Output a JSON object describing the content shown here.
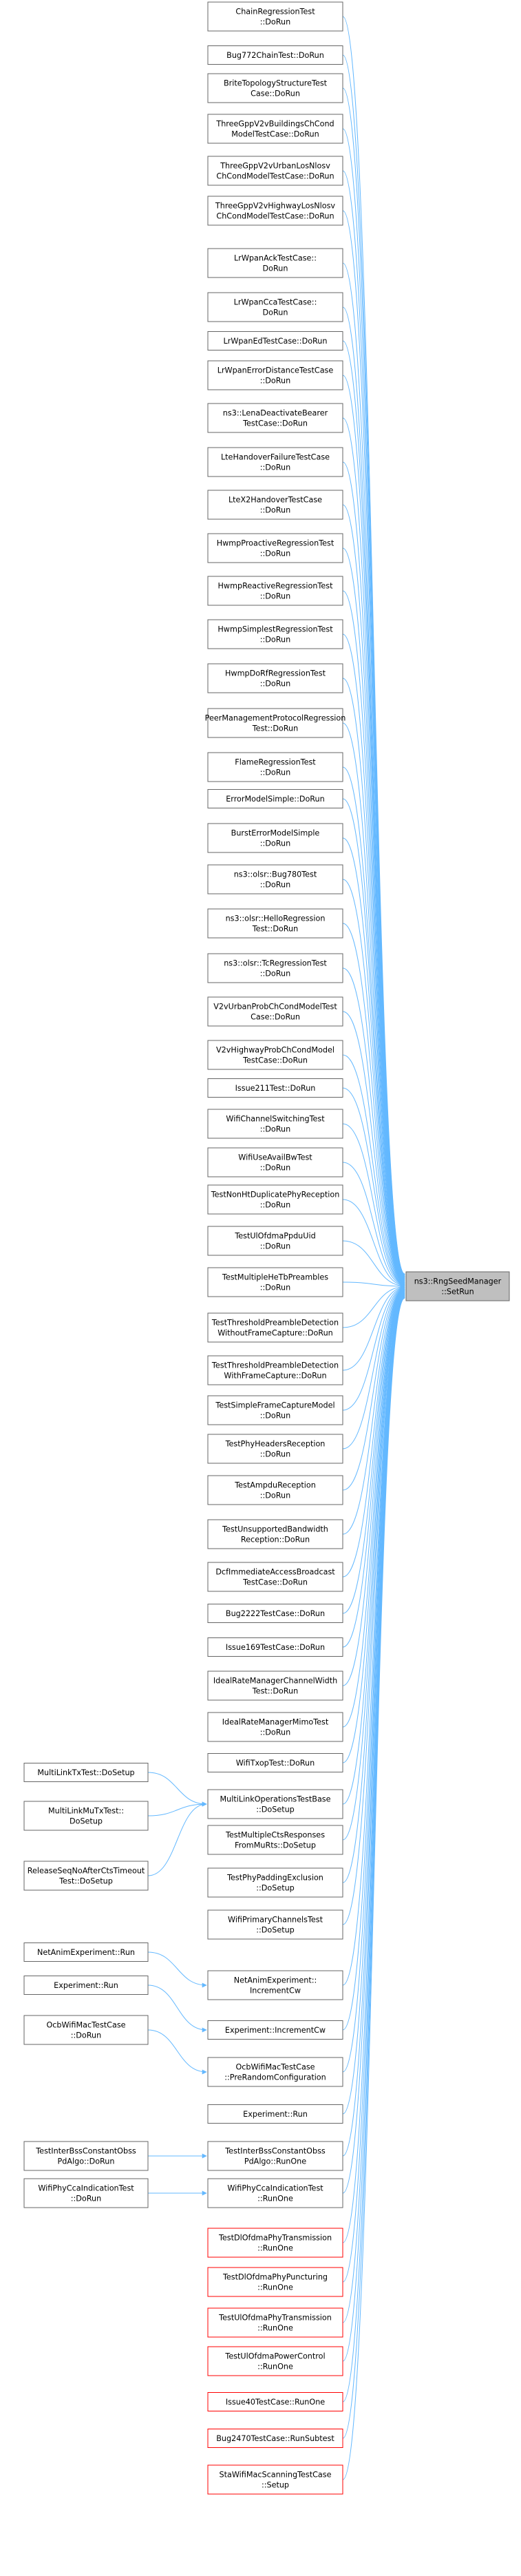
{
  "colors": {
    "edge": "#63b8ff",
    "node_border": "#666666",
    "node_fill": "#ffffff",
    "target_fill": "#bfbfbf",
    "target_border": "#666666",
    "highlight_border": "#ff0000",
    "text": "#000000"
  },
  "diagram": {
    "target": {
      "id": "target",
      "lines": [
        "ns3::RngSeedManager",
        "::SetRun"
      ]
    },
    "callers": [
      {
        "id": "n1",
        "lines": [
          "ChainRegressionTest",
          "::DoRun"
        ]
      },
      {
        "id": "n2",
        "lines": [
          "Bug772ChainTest::DoRun"
        ]
      },
      {
        "id": "n3",
        "lines": [
          "BriteTopologyStructureTest",
          "Case::DoRun"
        ]
      },
      {
        "id": "n4",
        "lines": [
          "ThreeGppV2vBuildingsChCond",
          "ModelTestCase::DoRun"
        ]
      },
      {
        "id": "n5",
        "lines": [
          "ThreeGppV2vUrbanLosNlosv",
          "ChCondModelTestCase::DoRun"
        ]
      },
      {
        "id": "n6",
        "lines": [
          "ThreeGppV2vHighwayLosNlosv",
          "ChCondModelTestCase::DoRun"
        ]
      },
      {
        "id": "n7",
        "lines": [
          "LrWpanAckTestCase::",
          "DoRun"
        ]
      },
      {
        "id": "n8",
        "lines": [
          "LrWpanCcaTestCase::",
          "DoRun"
        ]
      },
      {
        "id": "n9",
        "lines": [
          "LrWpanEdTestCase::DoRun"
        ]
      },
      {
        "id": "n10",
        "lines": [
          "LrWpanErrorDistanceTestCase",
          "::DoRun"
        ]
      },
      {
        "id": "n11",
        "lines": [
          "ns3::LenaDeactivateBearer",
          "TestCase::DoRun"
        ]
      },
      {
        "id": "n12",
        "lines": [
          "LteHandoverFailureTestCase",
          "::DoRun"
        ]
      },
      {
        "id": "n13",
        "lines": [
          "LteX2HandoverTestCase",
          "::DoRun"
        ]
      },
      {
        "id": "n14",
        "lines": [
          "HwmpProactiveRegressionTest",
          "::DoRun"
        ]
      },
      {
        "id": "n15",
        "lines": [
          "HwmpReactiveRegressionTest",
          "::DoRun"
        ]
      },
      {
        "id": "n16",
        "lines": [
          "HwmpSimplestRegressionTest",
          "::DoRun"
        ]
      },
      {
        "id": "n17",
        "lines": [
          "HwmpDoRfRegressionTest",
          "::DoRun"
        ]
      },
      {
        "id": "n18",
        "lines": [
          "PeerManagementProtocolRegression",
          "Test::DoRun"
        ]
      },
      {
        "id": "n19",
        "lines": [
          "FlameRegressionTest",
          "::DoRun"
        ]
      },
      {
        "id": "n20",
        "lines": [
          "ErrorModelSimple::DoRun"
        ]
      },
      {
        "id": "n21",
        "lines": [
          "BurstErrorModelSimple",
          "::DoRun"
        ]
      },
      {
        "id": "n22",
        "lines": [
          "ns3::olsr::Bug780Test",
          "::DoRun"
        ]
      },
      {
        "id": "n23",
        "lines": [
          "ns3::olsr::HelloRegression",
          "Test::DoRun"
        ]
      },
      {
        "id": "n24",
        "lines": [
          "ns3::olsr::TcRegressionTest",
          "::DoRun"
        ]
      },
      {
        "id": "n25",
        "lines": [
          "V2vUrbanProbChCondModelTest",
          "Case::DoRun"
        ]
      },
      {
        "id": "n26",
        "lines": [
          "V2vHighwayProbChCondModel",
          "TestCase::DoRun"
        ]
      },
      {
        "id": "n27",
        "lines": [
          "Issue211Test::DoRun"
        ]
      },
      {
        "id": "n28",
        "lines": [
          "WifiChannelSwitchingTest",
          "::DoRun"
        ]
      },
      {
        "id": "n29",
        "lines": [
          "WifiUseAvailBwTest",
          "::DoRun"
        ]
      },
      {
        "id": "n30",
        "lines": [
          "TestNonHtDuplicatePhyReception",
          "::DoRun"
        ]
      },
      {
        "id": "n31",
        "lines": [
          "TestUlOfdmaPpduUid",
          "::DoRun"
        ]
      },
      {
        "id": "n32",
        "lines": [
          "TestMultipleHeTbPreambles",
          "::DoRun"
        ]
      },
      {
        "id": "n33",
        "lines": [
          "TestThresholdPreambleDetection",
          "WithoutFrameCapture::DoRun"
        ]
      },
      {
        "id": "n34",
        "lines": [
          "TestThresholdPreambleDetection",
          "WithFrameCapture::DoRun"
        ]
      },
      {
        "id": "n35",
        "lines": [
          "TestSimpleFrameCaptureModel",
          "::DoRun"
        ]
      },
      {
        "id": "n36",
        "lines": [
          "TestPhyHeadersReception",
          "::DoRun"
        ]
      },
      {
        "id": "n37",
        "lines": [
          "TestAmpduReception",
          "::DoRun"
        ]
      },
      {
        "id": "n38",
        "lines": [
          "TestUnsupportedBandwidth",
          "Reception::DoRun"
        ]
      },
      {
        "id": "n39",
        "lines": [
          "DcfImmediateAccessBroadcast",
          "TestCase::DoRun"
        ]
      },
      {
        "id": "n40",
        "lines": [
          "Bug2222TestCase::DoRun"
        ]
      },
      {
        "id": "n41",
        "lines": [
          "Issue169TestCase::DoRun"
        ]
      },
      {
        "id": "n42",
        "lines": [
          "IdealRateManagerChannelWidth",
          "Test::DoRun"
        ]
      },
      {
        "id": "n43",
        "lines": [
          "IdealRateManagerMimoTest",
          "::DoRun"
        ]
      },
      {
        "id": "n44",
        "lines": [
          "WifiTxopTest::DoRun"
        ]
      },
      {
        "id": "n45",
        "lines": [
          "MultiLinkOperationsTestBase",
          "::DoSetup"
        ]
      },
      {
        "id": "n46",
        "lines": [
          "TestMultipleCtsResponses",
          "FromMuRts::DoSetup"
        ]
      },
      {
        "id": "n47",
        "lines": [
          "TestPhyPaddingExclusion",
          "::DoSetup"
        ]
      },
      {
        "id": "n48",
        "lines": [
          "WifiPrimaryChannelsTest",
          "::DoSetup"
        ]
      },
      {
        "id": "n49",
        "lines": [
          "NetAnimExperiment::",
          "IncrementCw"
        ]
      },
      {
        "id": "n50",
        "lines": [
          "Experiment::IncrementCw"
        ]
      },
      {
        "id": "n51",
        "lines": [
          "OcbWifiMacTestCase",
          "::PreRandomConfiguration"
        ]
      },
      {
        "id": "n52",
        "lines": [
          "Experiment::Run"
        ]
      },
      {
        "id": "n53",
        "lines": [
          "TestInterBssConstantObss",
          "PdAlgo::RunOne"
        ]
      },
      {
        "id": "n54",
        "lines": [
          "WifiPhyCcaIndicationTest",
          "::RunOne"
        ]
      },
      {
        "id": "n55",
        "lines": [
          "TestDlOfdmaPhyTransmission",
          "::RunOne"
        ]
      },
      {
        "id": "n56",
        "lines": [
          "TestDlOfdmaPhyPuncturing",
          "::RunOne"
        ]
      },
      {
        "id": "n57",
        "lines": [
          "TestUlOfdmaPhyTransmission",
          "::RunOne"
        ]
      },
      {
        "id": "n58",
        "lines": [
          "TestUlOfdmaPowerControl",
          "::RunOne"
        ]
      },
      {
        "id": "n59",
        "lines": [
          "Issue40TestCase::RunOne"
        ]
      },
      {
        "id": "n60",
        "lines": [
          "Bug2470TestCase::RunSubtest"
        ]
      },
      {
        "id": "n61",
        "lines": [
          "StaWifiMacScanningTestCase",
          "::Setup"
        ]
      }
    ],
    "outer_callers": [
      {
        "id": "o1",
        "lines": [
          "MultiLinkTxTest::DoSetup"
        ]
      },
      {
        "id": "o2",
        "lines": [
          "MultiLinkMuTxTest::",
          "DoSetup"
        ]
      },
      {
        "id": "o3",
        "lines": [
          "ReleaseSeqNoAfterCtsTimeout",
          "Test::DoSetup"
        ]
      },
      {
        "id": "o4",
        "lines": [
          "NetAnimExperiment::Run"
        ]
      },
      {
        "id": "o5",
        "lines": [
          "Experiment::Run"
        ]
      },
      {
        "id": "o6",
        "lines": [
          "OcbWifiMacTestCase",
          "::DoRun"
        ]
      },
      {
        "id": "o7",
        "lines": [
          "TestInterBssConstantObss",
          "PdAlgo::DoRun"
        ]
      },
      {
        "id": "o8",
        "lines": [
          "WifiPhyCcaIndicationTest",
          "::DoRun"
        ]
      }
    ],
    "highlighted": [
      "n55",
      "n56",
      "n57",
      "n58",
      "n59",
      "n60",
      "n61"
    ],
    "edges": [
      [
        "n1",
        "target"
      ],
      [
        "n2",
        "target"
      ],
      [
        "n3",
        "target"
      ],
      [
        "n4",
        "target"
      ],
      [
        "n5",
        "target"
      ],
      [
        "n6",
        "target"
      ],
      [
        "n7",
        "target"
      ],
      [
        "n8",
        "target"
      ],
      [
        "n9",
        "target"
      ],
      [
        "n10",
        "target"
      ],
      [
        "n11",
        "target"
      ],
      [
        "n12",
        "target"
      ],
      [
        "n13",
        "target"
      ],
      [
        "n14",
        "target"
      ],
      [
        "n15",
        "target"
      ],
      [
        "n16",
        "target"
      ],
      [
        "n17",
        "target"
      ],
      [
        "n18",
        "target"
      ],
      [
        "n19",
        "target"
      ],
      [
        "n20",
        "target"
      ],
      [
        "n21",
        "target"
      ],
      [
        "n22",
        "target"
      ],
      [
        "n23",
        "target"
      ],
      [
        "n24",
        "target"
      ],
      [
        "n25",
        "target"
      ],
      [
        "n26",
        "target"
      ],
      [
        "n27",
        "target"
      ],
      [
        "n28",
        "target"
      ],
      [
        "n29",
        "target"
      ],
      [
        "n30",
        "target"
      ],
      [
        "n31",
        "target"
      ],
      [
        "n32",
        "target"
      ],
      [
        "n33",
        "target"
      ],
      [
        "n34",
        "target"
      ],
      [
        "n35",
        "target"
      ],
      [
        "n36",
        "target"
      ],
      [
        "n37",
        "target"
      ],
      [
        "n38",
        "target"
      ],
      [
        "n39",
        "target"
      ],
      [
        "n40",
        "target"
      ],
      [
        "n41",
        "target"
      ],
      [
        "n42",
        "target"
      ],
      [
        "n43",
        "target"
      ],
      [
        "n44",
        "target"
      ],
      [
        "n45",
        "target"
      ],
      [
        "n46",
        "target"
      ],
      [
        "n47",
        "target"
      ],
      [
        "n48",
        "target"
      ],
      [
        "n49",
        "target"
      ],
      [
        "n50",
        "target"
      ],
      [
        "n51",
        "target"
      ],
      [
        "n52",
        "target"
      ],
      [
        "n53",
        "target"
      ],
      [
        "n54",
        "target"
      ],
      [
        "n55",
        "target"
      ],
      [
        "n56",
        "target"
      ],
      [
        "n57",
        "target"
      ],
      [
        "n58",
        "target"
      ],
      [
        "n59",
        "target"
      ],
      [
        "n60",
        "target"
      ],
      [
        "n61",
        "target"
      ],
      [
        "o1",
        "n45"
      ],
      [
        "o2",
        "n45"
      ],
      [
        "o3",
        "n45"
      ],
      [
        "o4",
        "n49"
      ],
      [
        "o5",
        "n50"
      ],
      [
        "o6",
        "n51"
      ],
      [
        "o7",
        "n53"
      ],
      [
        "o8",
        "n54"
      ]
    ]
  }
}
